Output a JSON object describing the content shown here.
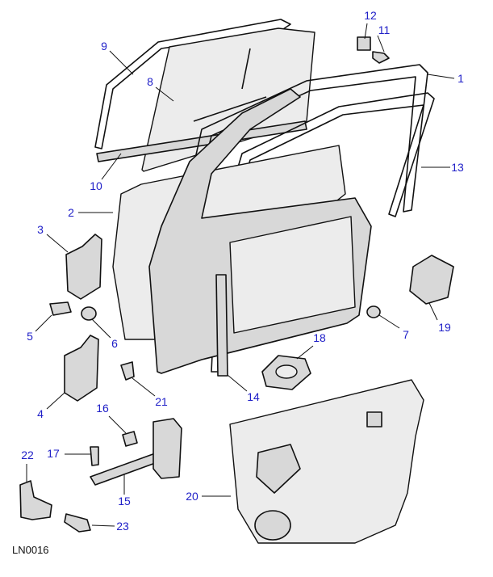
{
  "diagram": {
    "reference": "LN0016",
    "label_color": "#2020c8",
    "callouts": [
      "1",
      "2",
      "3",
      "4",
      "5",
      "6",
      "7",
      "8",
      "9",
      "10",
      "11",
      "12",
      "13",
      "14",
      "15",
      "16",
      "17",
      "18",
      "19",
      "20",
      "21",
      "22",
      "23"
    ]
  }
}
